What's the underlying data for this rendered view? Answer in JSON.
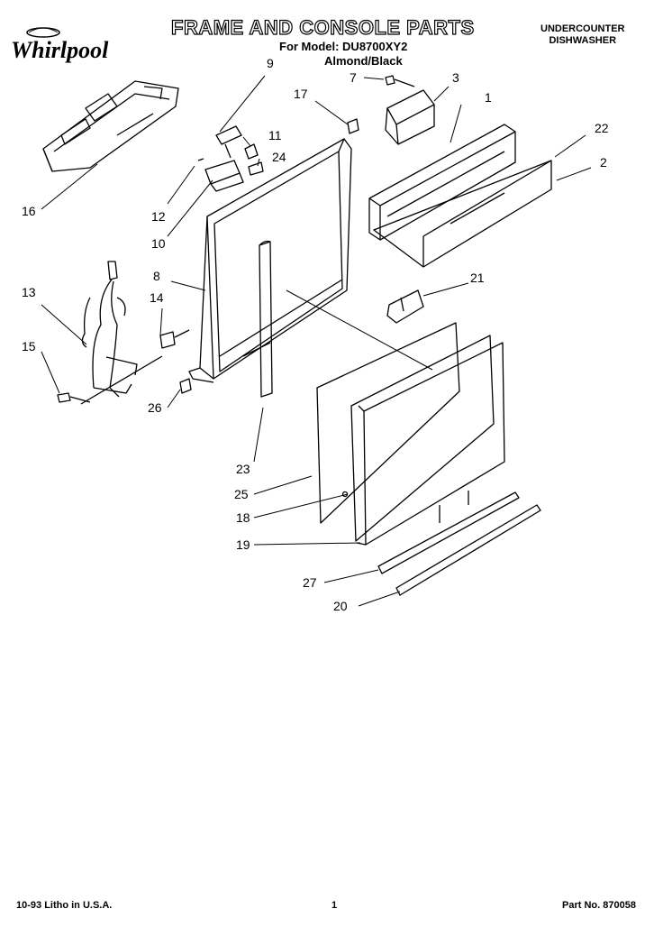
{
  "header": {
    "brand": "Whirlpool",
    "title": "FRAME AND CONSOLE PARTS",
    "model_line": "For Model: DU8700XY2",
    "color_line": "Almond/Black",
    "appliance_line1": "UNDERCOUNTER",
    "appliance_line2": "DISHWASHER"
  },
  "callouts": [
    "1",
    "2",
    "3",
    "7",
    "8",
    "9",
    "10",
    "11",
    "12",
    "13",
    "14",
    "15",
    "16",
    "17",
    "18",
    "19",
    "20",
    "21",
    "22",
    "23",
    "24",
    "25",
    "26",
    "27"
  ],
  "footer": {
    "litho": "10-93 Litho in U.S.A.",
    "page": "1",
    "part_no": "Part No. 870058"
  }
}
